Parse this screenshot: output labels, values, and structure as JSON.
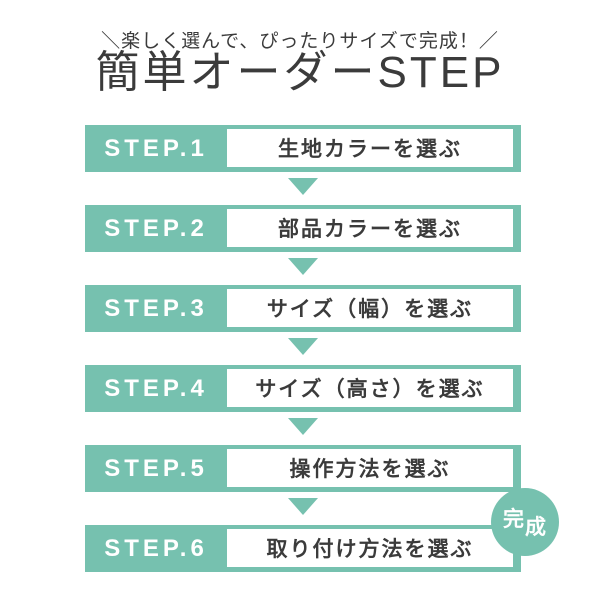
{
  "header": {
    "tagline": "＼楽しく選んで、ぴったりサイズで完成！／",
    "title": "簡単オーダーSTEP"
  },
  "steps": [
    {
      "label": "STEP.1",
      "text": "生地カラーを選ぶ"
    },
    {
      "label": "STEP.2",
      "text": "部品カラーを選ぶ"
    },
    {
      "label": "STEP.3",
      "text": "サイズ（幅）を選ぶ"
    },
    {
      "label": "STEP.4",
      "text": "サイズ（高さ）を選ぶ"
    },
    {
      "label": "STEP.5",
      "text": "操作方法を選ぶ"
    },
    {
      "label": "STEP.6",
      "text": "取り付け方法を選ぶ"
    }
  ],
  "badge": {
    "text": "完成",
    "char_top": "完",
    "char_bottom": "成"
  },
  "icons": {
    "step_connector": "arrow-down-triangle"
  },
  "colors": {
    "accent": "#76c1af",
    "text": "#3b3b3b",
    "background": "#ffffff",
    "step_label_text": "#ffffff"
  }
}
